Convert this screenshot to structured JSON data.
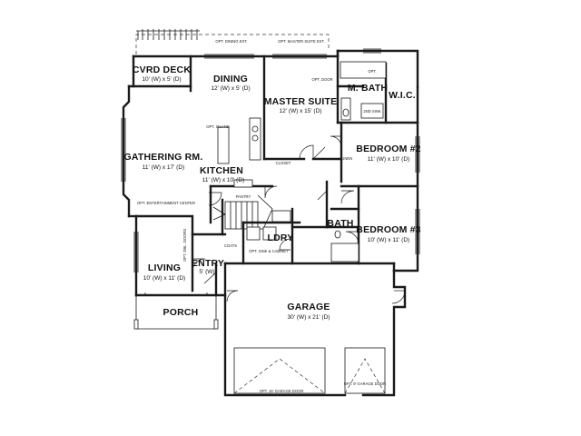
{
  "rooms": {
    "cvrd_deck": {
      "name": "CVRD DECK",
      "dim": "10' (W) x 5' (D)"
    },
    "dining": {
      "name": "DINING",
      "dim": "12' (W) x 5' (D)"
    },
    "master_suite": {
      "name": "MASTER SUITE",
      "dim": "12' (W) x 15' (D)"
    },
    "m_bath": {
      "name": "M. BATH",
      "dim": ""
    },
    "wic": {
      "name": "W.I.C.",
      "dim": ""
    },
    "gathering": {
      "name": "GATHERING RM.",
      "dim": "11' (W) x 17' (D)"
    },
    "kitchen": {
      "name": "KITCHEN",
      "dim": "11' (W) x 10' (D)"
    },
    "bedroom2": {
      "name": "BEDROOM #2",
      "dim": "11' (W) x 10' (D)"
    },
    "bedroom3": {
      "name": "BEDROOM #3",
      "dim": "10' (W) x 11' (D)"
    },
    "bath": {
      "name": "BATH",
      "dim": ""
    },
    "ldry": {
      "name": "LDRY",
      "dim": ""
    },
    "living": {
      "name": "LIVING",
      "dim": "10' (W) x 11' (D)"
    },
    "entry": {
      "name": "ENTRY",
      "dim": "5' (W)"
    },
    "porch": {
      "name": "PORCH",
      "dim": ""
    },
    "garage": {
      "name": "GARAGE",
      "dim": "30' (W) x 21' (D)"
    }
  },
  "notes": {
    "opt_dining_ext": "OPT. DINING EXT.",
    "opt_master_ext": "OPT. MASTER SUITE EXT.",
    "opt_door": "OPT. DOOR",
    "opt_island": "OPT. ISLAND",
    "opt_entertainment": "OPT. ENTERTAINMENT CENTER",
    "opt_doors": "OPT. DBL. DOORS",
    "pantry": "PANTRY",
    "opt_sink": "OPT. SINK & CABINET",
    "coats": "COATS",
    "opt_garage_door": "OPT. 16' GARAGE DOOR",
    "opt_garage_door_right": "OPT. 9' GARAGE DOOR",
    "closet": "CLOSET",
    "linen": "LINEN",
    "dbl_sink": "2ND SINK",
    "opt_tub": "OPT."
  }
}
